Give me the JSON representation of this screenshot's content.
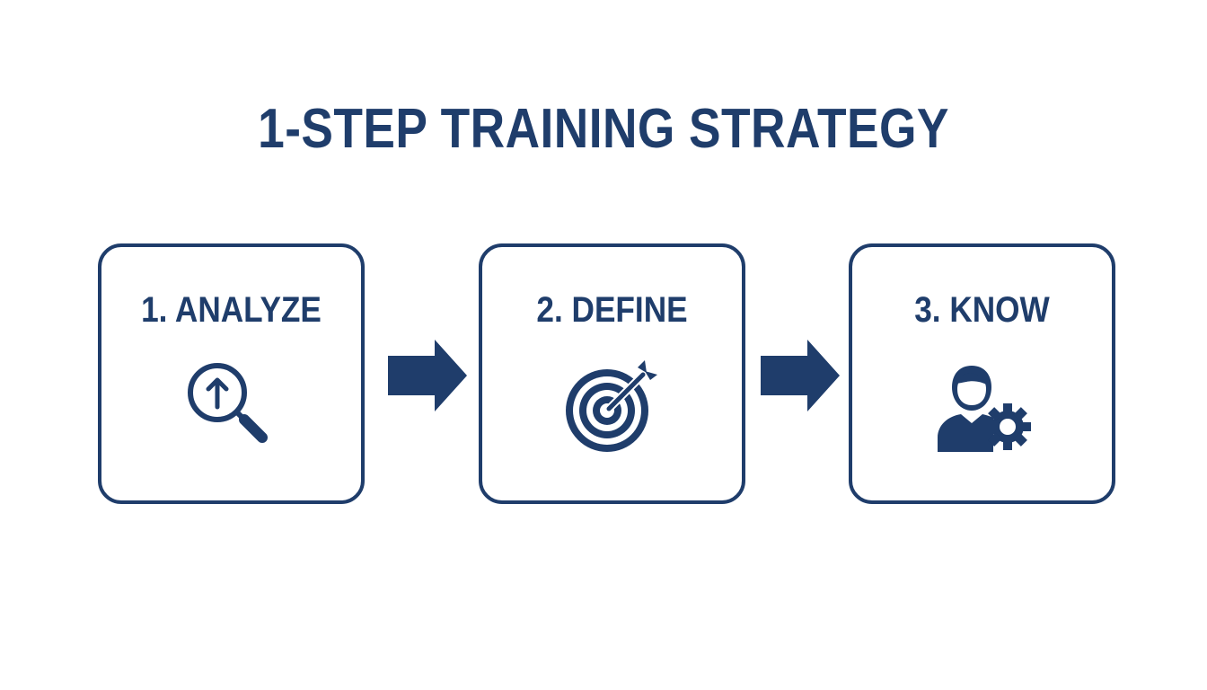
{
  "title": "1-STEP TRAINING STRATEGY",
  "colors": {
    "primary": "#1f3d6b",
    "background": "#ffffff"
  },
  "steps": [
    {
      "label": "1. ANALYZE",
      "icon": "magnifier-upload-icon"
    },
    {
      "label": "2. DEFINE",
      "icon": "target-arrow-icon"
    },
    {
      "label": "3. KNOW",
      "icon": "user-gear-icon"
    }
  ],
  "connectors": [
    "right-arrow-icon",
    "right-arrow-icon"
  ]
}
